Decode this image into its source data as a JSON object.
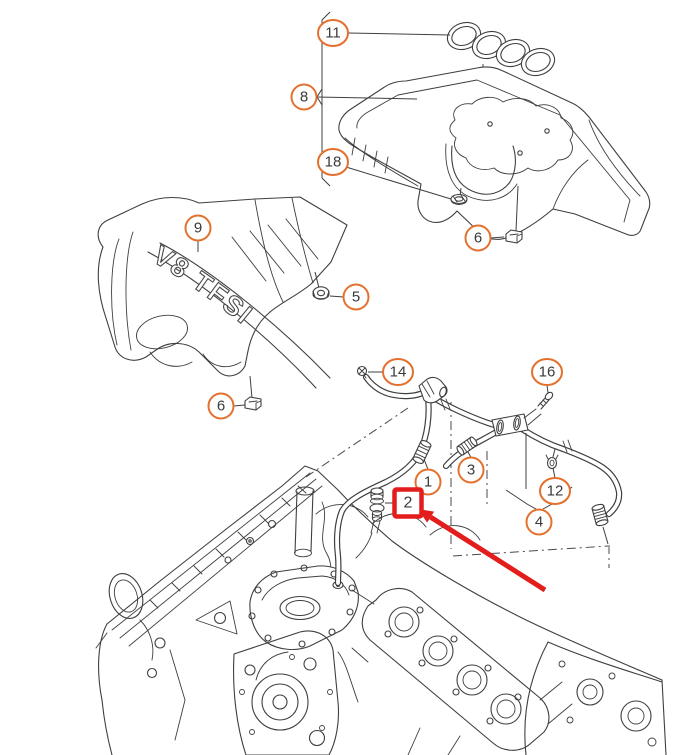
{
  "diagram": {
    "badge_text": "V8 TFSI",
    "callouts": {
      "n1": "1",
      "n2": "2",
      "n3": "3",
      "n4": "4",
      "n5": "5",
      "n6": "6",
      "n8": "8",
      "n9": "9",
      "n11": "11",
      "n12": "12",
      "n14": "14",
      "n16": "16",
      "n18": "18"
    },
    "highlighted_item": "2",
    "colors": {
      "callout_outline": "#e4702e",
      "highlight": "#e31c1c",
      "line_art": "#3f3f3f",
      "background": "#ffffff"
    }
  }
}
